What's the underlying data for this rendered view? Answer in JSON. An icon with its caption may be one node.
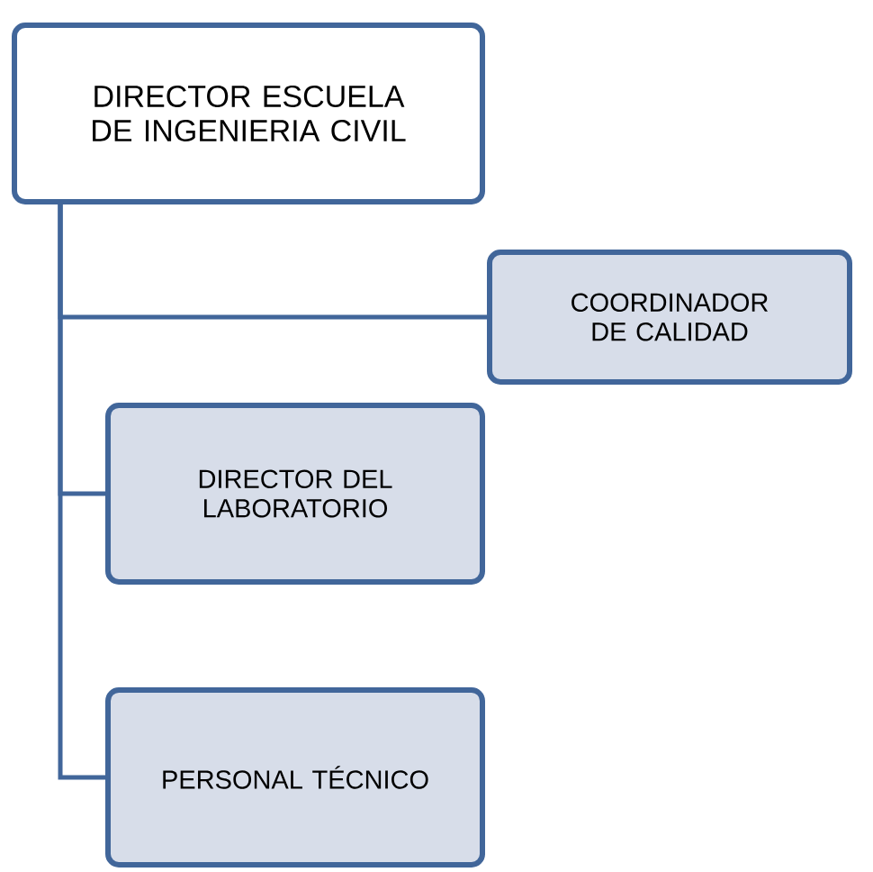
{
  "diagram": {
    "nodes": [
      {
        "text": [
          "DIRECTOR ESCUELA DE INGENIERIA CIVIL"
        ]
      },
      {
        "text": [
          "COORDINADOR DE CALIDAD"
        ]
      },
      {
        "text": [
          "DIRECTOR DEL LABORATORIO"
        ]
      },
      {
        "text": [
          "PERSONAL TÉCNICO"
        ]
      }
    ],
    "edges": [
      {
        "from": 0,
        "to": 1,
        "arrow": "none"
      },
      {
        "from": 0,
        "to": 2,
        "arrow": "none"
      },
      {
        "from": 0,
        "to": 3,
        "arrow": "none"
      }
    ]
  }
}
